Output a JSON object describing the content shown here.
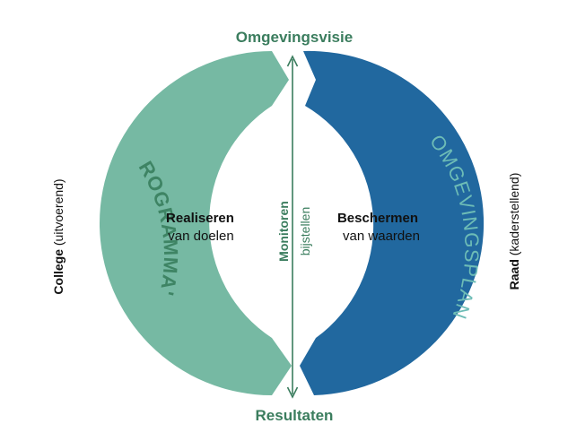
{
  "top_label": "Omgevingsvisie",
  "bottom_label": "Resultaten",
  "left_arc_label": "PROGRAMMA'S",
  "right_arc_label": "OMGEVINGSPLAN",
  "left_inner": {
    "title": "Realiseren",
    "subtitle": "van doelen"
  },
  "right_inner": {
    "title": "Beschermen",
    "subtitle": "van waarden"
  },
  "center_axis": {
    "primary": "Monitoren",
    "secondary": "bijstellen"
  },
  "left_side": {
    "bold": "College",
    "regular": " (uitvoerend)"
  },
  "right_side": {
    "bold": "Raad",
    "regular": " (kaderstellend)"
  },
  "colors": {
    "green_text": "#3b7d5e",
    "green_arc": "#76b9a3",
    "blue_arc": "#21689f",
    "blue_label": "#6dbcb6",
    "green_label": "#3e8464",
    "axis_line": "#3b7d5e",
    "dark_text": "#111111"
  }
}
